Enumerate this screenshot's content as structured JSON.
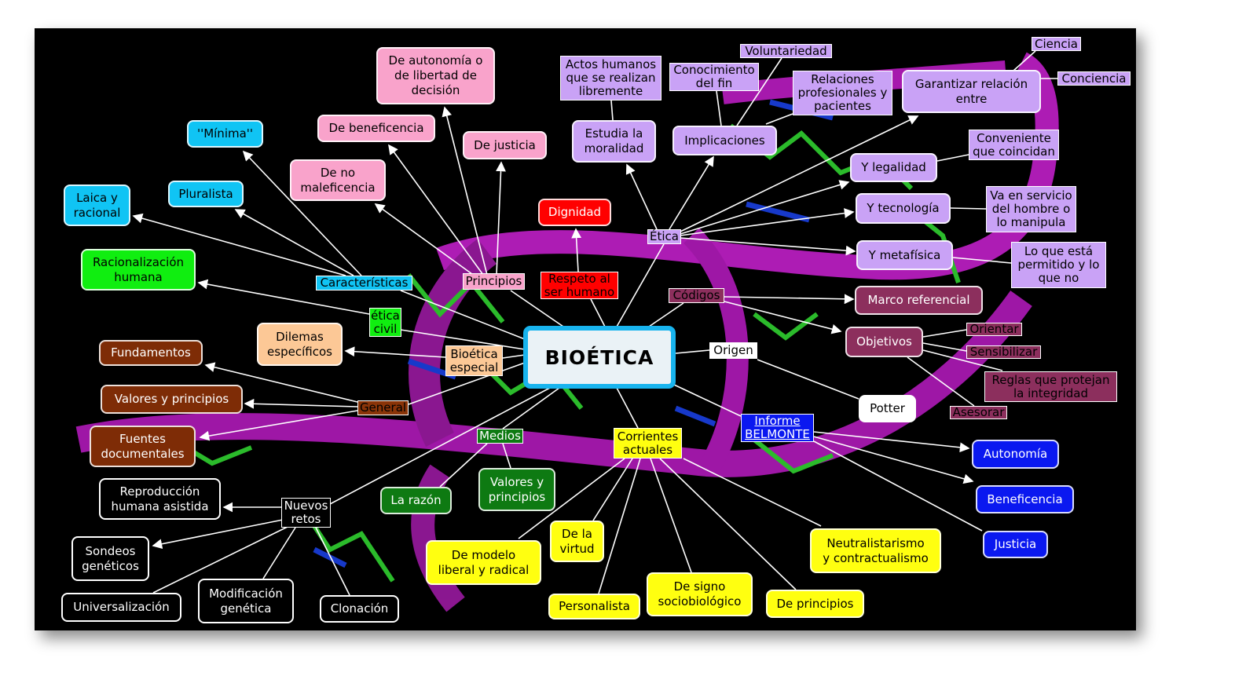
{
  "title": "BIOÉTICA",
  "colors": {
    "pink": "#f9a3cb",
    "cyan": "#10c4f4",
    "green": "#10ee10",
    "peach": "#fcc896",
    "brown": "#7e2c06",
    "dark_green": "#0e7a12",
    "yellow": "#ffff10",
    "red": "#ff0000",
    "lavender": "#c9a2f6",
    "plum": "#8c2f5d",
    "blue": "#0a18f0",
    "title_border": "#18b4ee"
  },
  "nodes": {
    "principios": "Principios",
    "autonomia_libertad": "De autonomía o\nde libertad de\ndecisión",
    "de_beneficencia": "De beneficencia",
    "de_justicia": "De justicia",
    "no_maleficencia": "De no\nmaleficencia",
    "caracteristicas": "Características",
    "minima": "''Mínima''",
    "pluralista": "Pluralista",
    "laica": "Laica y\nracional",
    "etica_civil": "ética\ncivil",
    "racionalizacion": "Racionalización\nhumana",
    "bioetica_especial": "Bioética\nespecial",
    "dilemas": "Dilemas\nespecíficos",
    "general": "General",
    "fundamentos": "Fundamentos",
    "valores_principios_general": "Valores y principios",
    "fuentes": "Fuentes\ndocumentales",
    "medios": "Medios",
    "la_razon": "La razón",
    "valores_principios_medios": "Valores y\nprincipios",
    "nuevos_retos": "Nuevos\nretos",
    "reproduccion": "Reproducción\nhumana asistida",
    "sondeos": "Sondeos\ngenéticos",
    "universalizacion": "Universalización",
    "modificacion": "Modificación\ngenética",
    "clonacion": "Clonación",
    "corrientes": "Corrientes\nactuales",
    "modelo_liberal": "De modelo\nliberal y radical",
    "virtud": "De la\nvirtud",
    "personalista": "Personalista",
    "sociobiologico": "De signo\nsociobiológico",
    "de_principios": "De principios",
    "neutralistarismo": "Neutralistarismo\ny contractualismo",
    "respeto": "Respeto al\nser humano",
    "dignidad": "Dignidad",
    "etica": "Ética",
    "actos_humanos": "Actos humanos\nque se realizan\nlibremente",
    "estudia": "Estudia la\nmoralidad",
    "conocimiento": "Conocimiento\ndel fin",
    "voluntariedad": "Voluntariedad",
    "implicaciones": "Implicaciones",
    "relaciones": "Relaciones\nprofesionales y\npacientes",
    "garantizar": "Garantizar relación\nentre",
    "ciencia": "Ciencia",
    "conciencia": "Conciencia",
    "conveniente": "Conveniente\nque coincidan",
    "legalidad": "Y legalidad",
    "va_servicio": "Va en servicio\ndel hombre o\nlo manipula",
    "tecnologia": "Y tecnología",
    "metafisica": "Y metafísica",
    "lo_permitido": "Lo que está\npermitido y lo\nque no",
    "codigos": "Códigos",
    "marco": "Marco referencial",
    "objetivos": "Objetivos",
    "orientar": "Orientar",
    "sensibilizar": "Sensibilizar",
    "reglas": "Reglas que protejan\nla integridad",
    "asesorar": "Asesorar",
    "origen": "Origen",
    "potter": "Potter",
    "informe": "Informe\nBELMONTE",
    "autonomia": "Autonomía",
    "beneficencia": "Beneficencia",
    "justicia": "Justicia"
  }
}
